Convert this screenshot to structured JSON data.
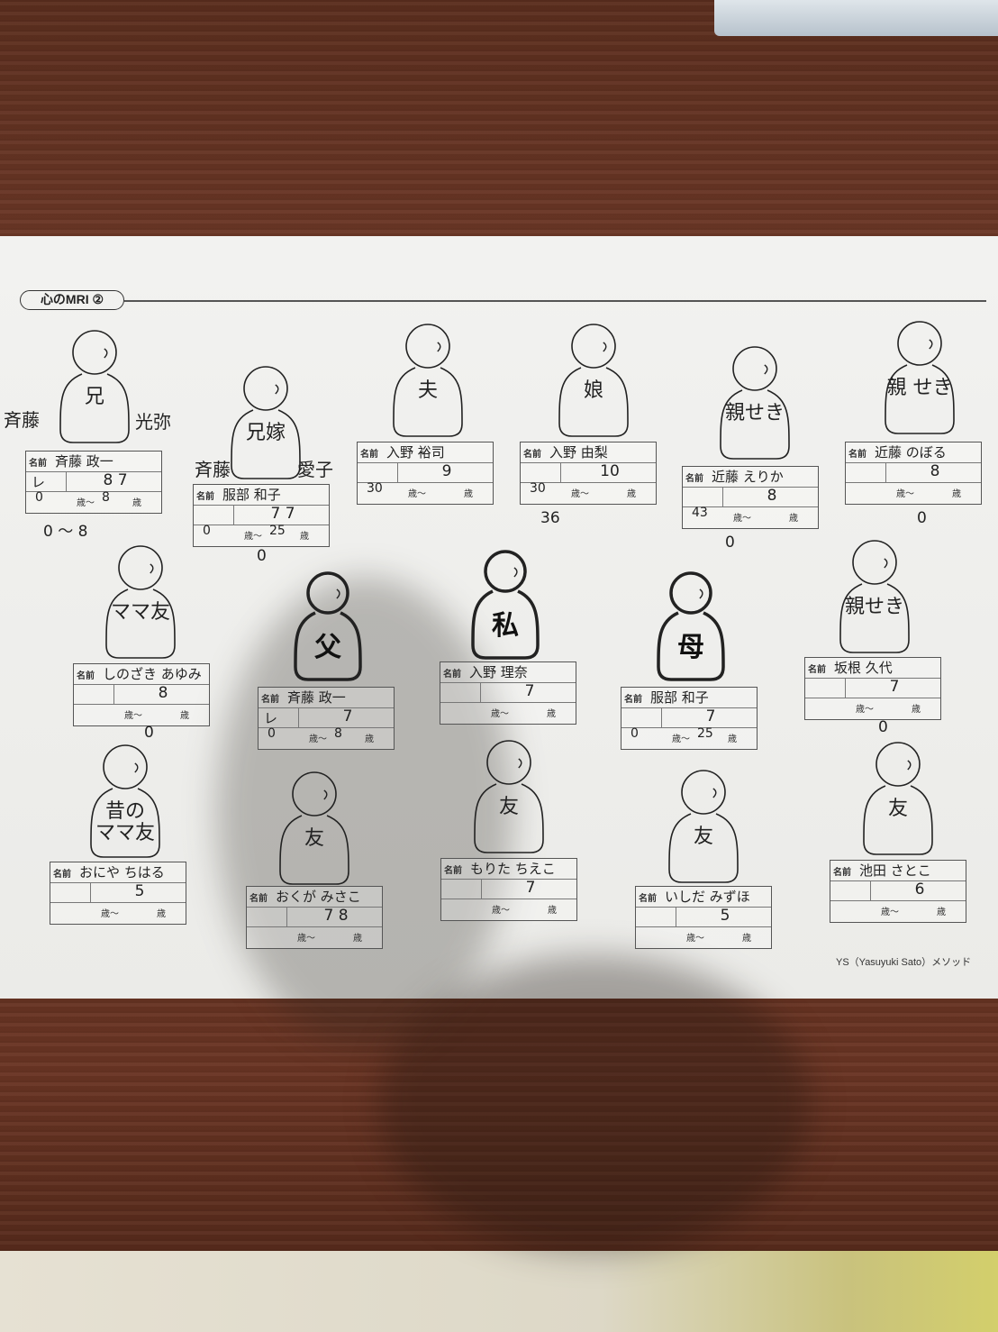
{
  "sheet": {
    "title": "心のMRI ②",
    "footer": "YS（Yasuyuki Sato）メソッド",
    "card_name_label": "名前",
    "age_from_label": "歳〜",
    "age_to_label": "歳"
  },
  "figures": [
    {
      "id": "brother",
      "label": "兄",
      "left_note": "斉藤",
      "right_note": "光弥",
      "name": "斉藤 政一",
      "mark": "レ",
      "age": "8 7",
      "from": "0",
      "to": "8",
      "below": "0 〜 8"
    },
    {
      "id": "brother-wife",
      "label": "兄嫁",
      "left_note": "斉藤",
      "right_note": "愛子",
      "name": "服部 和子",
      "mark": "",
      "age": "7 7",
      "from": "0",
      "to": "25",
      "below": "0"
    },
    {
      "id": "husband",
      "label": "夫",
      "name": "入野 裕司",
      "mark": "",
      "age": "9",
      "from": "30",
      "to": "",
      "below": ""
    },
    {
      "id": "daughter",
      "label": "娘",
      "name": "入野 由梨",
      "mark": "",
      "age": "10",
      "from": "30",
      "to": "",
      "below": "36"
    },
    {
      "id": "relative-1",
      "label": "親せき",
      "name": "近藤 えりか",
      "mark": "",
      "age": "8",
      "from": "43",
      "to": "",
      "below": "0"
    },
    {
      "id": "relative-2",
      "label": "親 せき",
      "name": "近藤 のぼる",
      "mark": "",
      "age": "8",
      "from": "",
      "to": "",
      "below": "0"
    },
    {
      "id": "mama-friend",
      "label": "ママ友",
      "name": "しのざき あゆみ",
      "mark": "",
      "age": "8",
      "from": "",
      "to": "",
      "below": "0"
    },
    {
      "id": "father",
      "label": "父",
      "name": "斉藤 政一",
      "mark": "レ",
      "age": "7",
      "from": "0",
      "to": "8",
      "below": ""
    },
    {
      "id": "self",
      "label": "私",
      "name": "入野 理奈",
      "mark": "",
      "age": "7",
      "from": "",
      "to": "",
      "below": ""
    },
    {
      "id": "mother",
      "label": "母",
      "name": "服部 和子",
      "mark": "",
      "age": "7",
      "from": "0",
      "to": "25",
      "below": ""
    },
    {
      "id": "relative-3",
      "label": "親せき",
      "name": "坂根 久代",
      "mark": "",
      "age": "7",
      "from": "",
      "to": "",
      "below": "0"
    },
    {
      "id": "old-mama-friend",
      "label": "昔の\nママ友",
      "name": "おにや ちはる",
      "mark": "",
      "age": "5",
      "from": "",
      "to": "",
      "below": ""
    },
    {
      "id": "friend-1",
      "label": "友",
      "name": "おくが みさこ",
      "mark": "",
      "age": "7 8",
      "from": "",
      "to": "",
      "below": ""
    },
    {
      "id": "friend-2",
      "label": "友",
      "name": "もりた ちえこ",
      "mark": "",
      "age": "7",
      "from": "",
      "to": "",
      "below": ""
    },
    {
      "id": "friend-3",
      "label": "友",
      "name": "いしだ みずほ",
      "mark": "",
      "age": "5",
      "from": "",
      "to": "",
      "below": ""
    },
    {
      "id": "friend-4",
      "label": "友",
      "name": "池田 さとこ",
      "mark": "",
      "age": "6",
      "from": "",
      "to": "",
      "below": ""
    }
  ]
}
